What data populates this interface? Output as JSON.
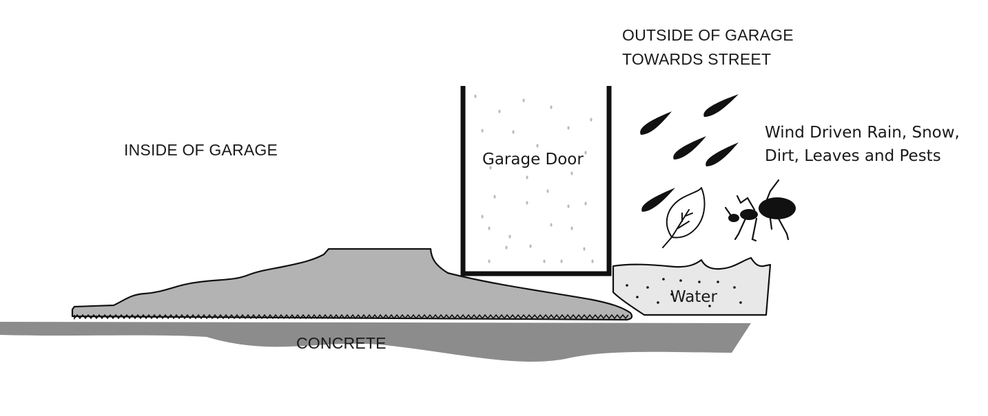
{
  "labels": {
    "outside": [
      "OUTSIDE OF GARAGE",
      "TOWARDS STREET"
    ],
    "inside": "INSIDE OF GARAGE",
    "door": "Garage Door",
    "elements": [
      "Wind Driven Rain, Snow,",
      "Dirt, Leaves and Pests"
    ],
    "water": "Water",
    "concrete": "CONCRETE"
  },
  "colors": {
    "ink": "#111111",
    "concrete": "#8c8c8c",
    "seal": "#b3b3b3",
    "water": "#e8e8e8",
    "door_dots": "#bbbbbb"
  },
  "icons": [
    "rain-drop-icon",
    "leaf-icon",
    "ant-icon"
  ]
}
